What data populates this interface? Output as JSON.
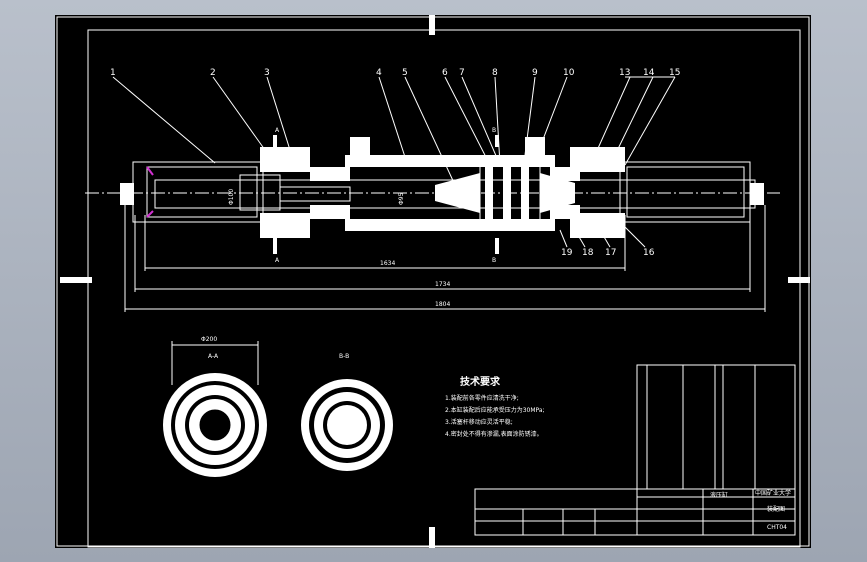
{
  "part_numbers": [
    "1",
    "2",
    "3",
    "4",
    "5",
    "6",
    "7",
    "8",
    "9",
    "10",
    "13",
    "14",
    "15",
    "16",
    "17",
    "18",
    "19"
  ],
  "section_marks": {
    "a": "A",
    "b": "B"
  },
  "dimensions": {
    "diam_left": "Φ100",
    "diam_center": "Φ95",
    "len_inner": "1634",
    "len_mid": "1734",
    "len_total": "1804",
    "diam_view": "Φ200"
  },
  "view_labels": {
    "left": "A-A",
    "right": "B-B"
  },
  "tech_req": {
    "title": "技术要求",
    "items": [
      "1.装配前各零件应清洗干净;",
      "2.本缸装配后应能承受压力为30MPa;",
      "3.活塞杆移动应灵活平稳;",
      "4.密封处不得有渗漏,表面涂防锈漆。"
    ]
  },
  "title_block": {
    "drawing_name": "液压缸",
    "school": "中国矿业大学",
    "doc_type": "装配图",
    "code": "CHT04"
  }
}
